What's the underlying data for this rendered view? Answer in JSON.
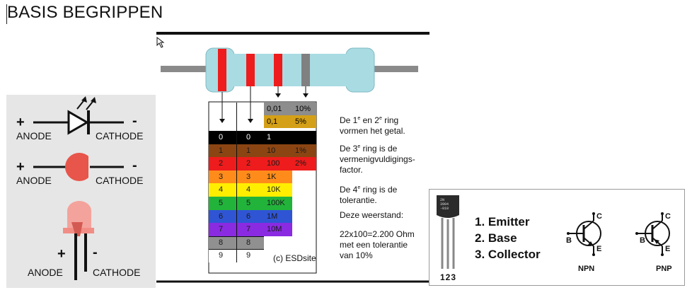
{
  "title": "BASIS BEGRIPPEN",
  "led": {
    "row1": {
      "plus": "+",
      "minus": "-",
      "anode": "ANODE",
      "cathode": "CATHODE"
    },
    "row2": {
      "plus": "+",
      "minus": "-",
      "anode": "ANODE",
      "cathode": "CATHODE"
    },
    "row3": {
      "plus": "+",
      "minus": "-",
      "anode": "ANODE",
      "cathode": "CATHODE"
    },
    "colors": {
      "led_red": "#e8554a",
      "led_pink": "#f4a39c"
    }
  },
  "resistor": {
    "multiplier_small": [
      {
        "mult": "0,01",
        "tol": "10%",
        "color": "#8d8d8d"
      },
      {
        "mult": "0,1",
        "tol": "5%",
        "color": "#d4a017"
      }
    ],
    "rows": [
      {
        "d1": "0",
        "d2": "0",
        "mult": "1",
        "tol": "",
        "color": "#000000",
        "text": "#ffffff"
      },
      {
        "d1": "1",
        "d2": "1",
        "mult": "10",
        "tol": "1%",
        "color": "#8b4513",
        "text": "#1a1a1a"
      },
      {
        "d1": "2",
        "d2": "2",
        "mult": "100",
        "tol": "2%",
        "color": "#ee1c1c",
        "text": "#1a1a1a"
      },
      {
        "d1": "3",
        "d2": "3",
        "mult": "1K",
        "tol": "",
        "color": "#ff8c1a",
        "text": "#1a1a1a"
      },
      {
        "d1": "4",
        "d2": "4",
        "mult": "10K",
        "tol": "",
        "color": "#ffee00",
        "text": "#1a1a1a"
      },
      {
        "d1": "5",
        "d2": "5",
        "mult": "100K",
        "tol": "",
        "color": "#22b33b",
        "text": "#1a1a1a"
      },
      {
        "d1": "6",
        "d2": "6",
        "mult": "1M",
        "tol": "",
        "color": "#2f55d4",
        "text": "#1a1a1a"
      },
      {
        "d1": "7",
        "d2": "7",
        "mult": "10M",
        "tol": "",
        "color": "#8a2be2",
        "text": "#1a1a1a"
      },
      {
        "d1": "8",
        "d2": "8",
        "mult": "",
        "tol": "",
        "color": "#909090",
        "text": "#1a1a1a"
      },
      {
        "d1": "9",
        "d2": "9",
        "mult": "",
        "tol": "",
        "color": "#ffffff",
        "text": "#1a1a1a"
      }
    ],
    "copyright": "(c) ESDsite",
    "notes": {
      "n1_line1_pre": "De 1",
      "n1_sup1": "e",
      "n1_mid": " en 2",
      "n1_sup2": "e",
      "n1_post": " ring",
      "n1_line2": "vormen het getal.",
      "n2_pre": "De 3",
      "n2_sup": "e",
      "n2_post": " ring is de",
      "n2_line2": "vermenigvuldigings-",
      "n2_line3": "factor.",
      "n3_pre": "De 4",
      "n3_sup": "e",
      "n3_post": " ring is de",
      "n3_line2": "tolerantie.",
      "n4": "Deze weerstand:",
      "n5_line1": "22x100=2.200 Ohm",
      "n5_line2": "met een tolerantie",
      "n5_line3": "van 10%"
    },
    "band_colors": [
      "#ee1c1c",
      "#ee1c1c",
      "#ee1c1c",
      "#808080"
    ],
    "body_color": "#a9dbe3"
  },
  "transistor": {
    "package_text": [
      "2N",
      "3904",
      "-010"
    ],
    "pin_numbers": "123",
    "pins": [
      "1. Emitter",
      "2. Base",
      "3. Collector"
    ],
    "npn": {
      "b": "B",
      "c": "C",
      "e": "E",
      "label": "NPN"
    },
    "pnp": {
      "b": "B",
      "c": "C",
      "e": "E",
      "label": "PNP"
    }
  }
}
